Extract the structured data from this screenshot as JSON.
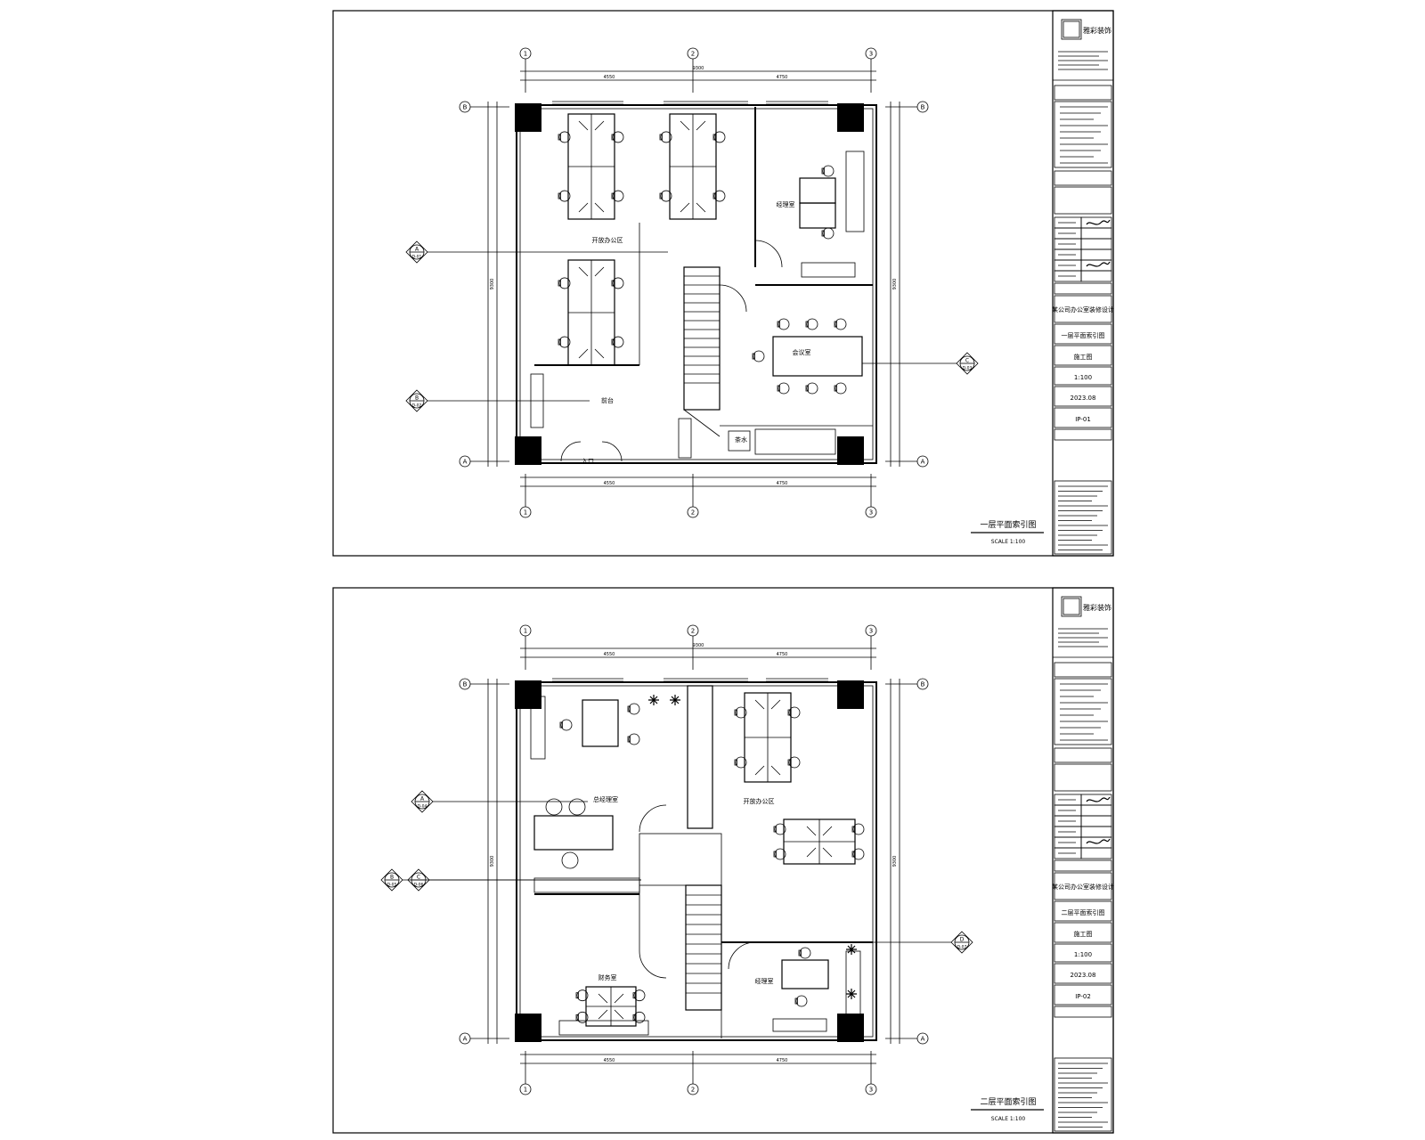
{
  "sheets": [
    {
      "id": "sheet-1",
      "plan_title": "一层平面索引图",
      "plan_scale": "SCALE 1:100",
      "grid_top": [
        "1",
        "2",
        "3"
      ],
      "grid_side": [
        "B",
        "A"
      ],
      "dims_top": [
        "4550",
        "4750",
        "9300"
      ],
      "dims_side": [
        "9300",
        "9300"
      ],
      "rooms": [
        {
          "name": "开放办公区",
          "pos": "r1"
        },
        {
          "name": "经理室",
          "pos": "r2"
        },
        {
          "name": "会议室",
          "pos": "r3"
        },
        {
          "name": "前台",
          "pos": "r4"
        },
        {
          "name": "入口",
          "pos": "r5"
        },
        {
          "name": "茶水",
          "pos": "r6"
        }
      ],
      "index_marks": [
        {
          "num": "A",
          "ref": "D-01"
        },
        {
          "num": "B",
          "ref": "D-02"
        },
        {
          "num": "C",
          "ref": "D-03"
        }
      ],
      "title_block": {
        "logo_text": "雅彩装饰",
        "project_name": "某公司办公室装修设计",
        "drawing_name": "一层平面索引图",
        "stage": "施工图",
        "scale": "1:100",
        "date": "2023.08",
        "drawing_no": "IP-01"
      }
    },
    {
      "id": "sheet-2",
      "plan_title": "二层平面索引图",
      "plan_scale": "SCALE 1:100",
      "grid_top": [
        "1",
        "2",
        "3"
      ],
      "grid_side": [
        "B",
        "A"
      ],
      "dims_top": [
        "4550",
        "4750",
        "9300"
      ],
      "dims_side": [
        "9300",
        "9300"
      ],
      "rooms": [
        {
          "name": "总经理室",
          "pos": "r1"
        },
        {
          "name": "开放办公区",
          "pos": "r2"
        },
        {
          "name": "财务室",
          "pos": "r3"
        },
        {
          "name": "经理室",
          "pos": "r4"
        }
      ],
      "index_marks": [
        {
          "num": "A",
          "ref": "D-04"
        },
        {
          "num": "B",
          "ref": "D-05"
        },
        {
          "num": "C",
          "ref": "D-06"
        },
        {
          "num": "D",
          "ref": "D-07"
        }
      ],
      "title_block": {
        "logo_text": "雅彩装饰",
        "project_name": "某公司办公室装修设计",
        "drawing_name": "二层平面索引图",
        "stage": "施工图",
        "scale": "1:100",
        "date": "2023.08",
        "drawing_no": "IP-02"
      }
    }
  ]
}
